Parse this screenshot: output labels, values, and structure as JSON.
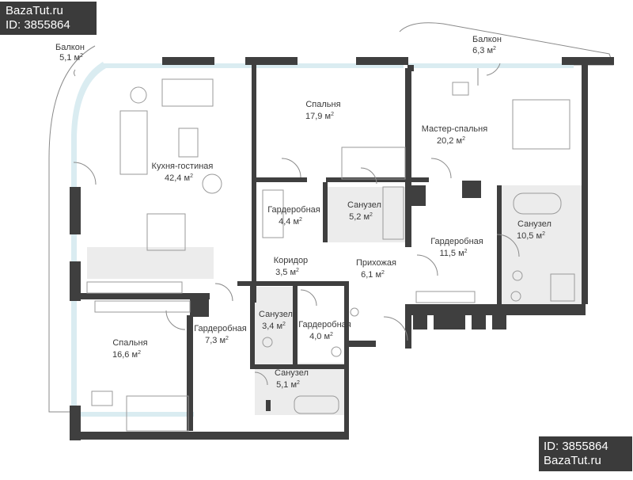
{
  "watermark": {
    "top_left": {
      "line1": "BazaTut.ru",
      "line2": "ID: 3855864"
    },
    "bottom_right": {
      "line1": "ID: 3855864",
      "line2": "BazaTut.ru"
    }
  },
  "unit_suffix": "м",
  "unit_exp": "2",
  "rooms": [
    {
      "id": "balcony-left",
      "name": "Балкон",
      "area": "5,1"
    },
    {
      "id": "balcony-right",
      "name": "Балкон",
      "area": "6,3"
    },
    {
      "id": "kitchen-living",
      "name": "Кухня-гостиная",
      "area": "42,4"
    },
    {
      "id": "bedroom-top",
      "name": "Спальня",
      "area": "17,9"
    },
    {
      "id": "master-bedroom",
      "name": "Мастер-спальня",
      "area": "20,2"
    },
    {
      "id": "wardrobe-mid",
      "name": "Гардеробная",
      "area": "4,4"
    },
    {
      "id": "bathroom-mid",
      "name": "Санузел",
      "area": "5,2"
    },
    {
      "id": "bathroom-right",
      "name": "Санузел",
      "area": "10,5"
    },
    {
      "id": "wardrobe-right",
      "name": "Гардеробная",
      "area": "11,5"
    },
    {
      "id": "corridor",
      "name": "Коридор",
      "area": "3,5"
    },
    {
      "id": "hallway",
      "name": "Прихожая",
      "area": "6,1"
    },
    {
      "id": "bedroom-bottom",
      "name": "Спальня",
      "area": "16,6"
    },
    {
      "id": "wardrobe-left",
      "name": "Гардеробная",
      "area": "7,3"
    },
    {
      "id": "bathroom-small",
      "name": "Санузел",
      "area": "3,4"
    },
    {
      "id": "wardrobe-small",
      "name": "Гардеробная",
      "area": "4,0"
    },
    {
      "id": "bathroom-bottom",
      "name": "Санузел",
      "area": "5,1"
    }
  ],
  "colors": {
    "wall": "#3f3f3f",
    "glass": "#d6eaf0",
    "floor": "#ffffff",
    "tile": "#ececec",
    "badge": "#3b3b3b"
  }
}
